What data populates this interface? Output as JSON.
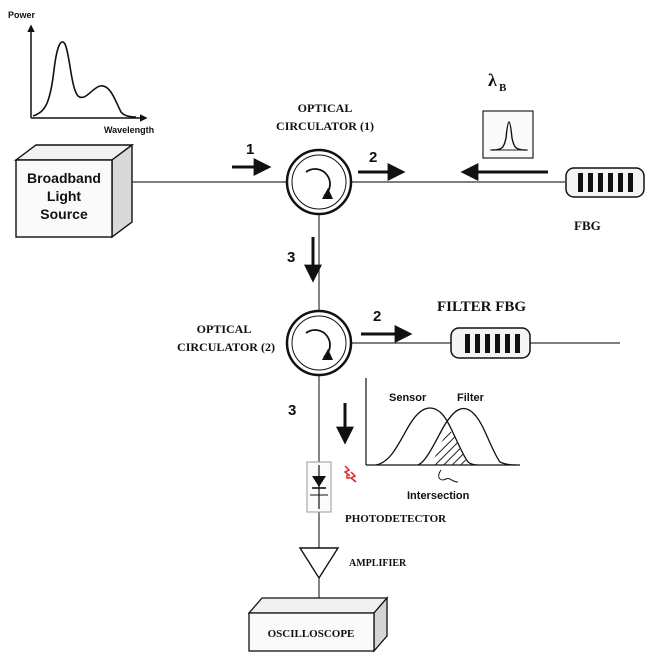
{
  "spectrum_plot": {
    "y_axis_label": "Power",
    "x_axis_label": "Wavelength"
  },
  "light_source": {
    "line1": "Broadband",
    "line2": "Light",
    "line3": "Source"
  },
  "circulator_1": {
    "line1": "OPTICAL",
    "line2": "CIRCULATOR (1)"
  },
  "circulator_2": {
    "line1": "OPTICAL",
    "line2": "CIRCULATOR (2)"
  },
  "ports": {
    "c1_port1": "1",
    "c1_port2": "2",
    "c1_port3": "3",
    "c2_port2": "2",
    "c2_port3": "3"
  },
  "bragg": {
    "lambda": "λ",
    "subscript": "B"
  },
  "fbg": {
    "label": "FBG"
  },
  "filter_fbg": {
    "label": "FILTER FBG"
  },
  "overlap_plot": {
    "sensor_label": "Sensor",
    "filter_label": "Filter",
    "intersection_label": "Intersection"
  },
  "photodetector": {
    "label": "PHOTODETECTOR"
  },
  "amplifier": {
    "label": "AMPLIFIER"
  },
  "oscilloscope": {
    "label": "OSCILLOSCOPE"
  }
}
